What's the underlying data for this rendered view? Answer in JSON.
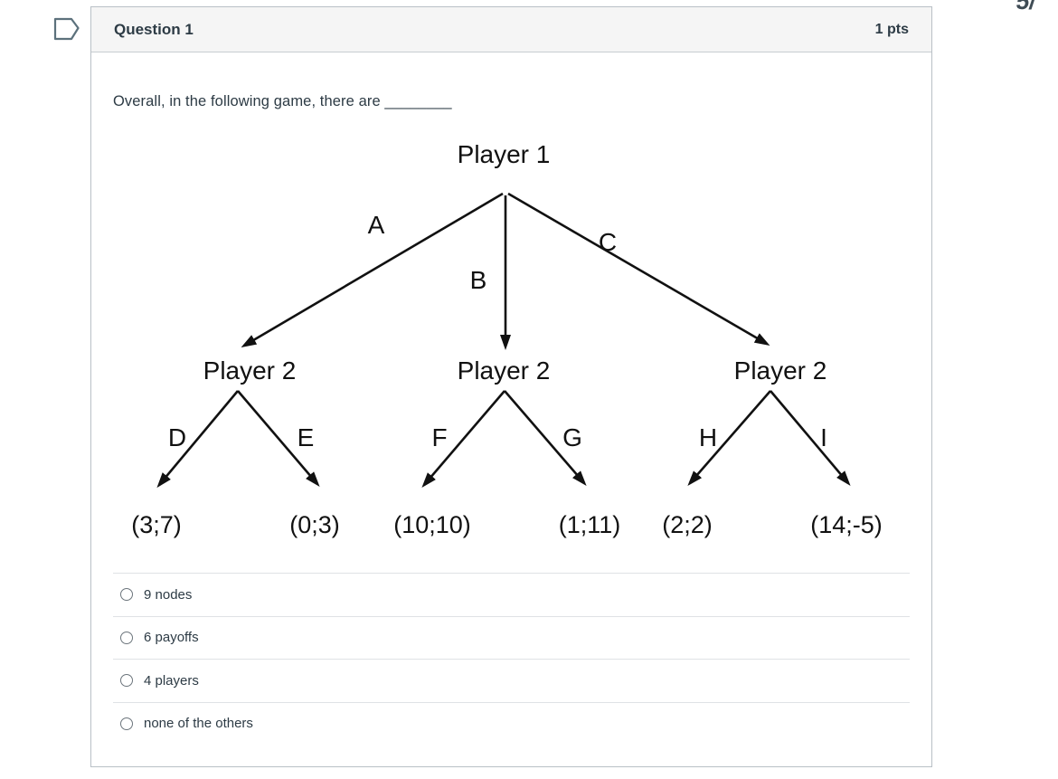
{
  "page_fragment": {
    "text": "5/"
  },
  "question": {
    "title": "Question 1",
    "points": "1 pts",
    "prompt": "Overall, in the following game, there are ________",
    "options": [
      "9 nodes",
      "6 payoffs",
      "4 players",
      "none of the others"
    ]
  },
  "tree": {
    "root_label": "Player 1",
    "level1_actions": [
      "A",
      "B",
      "C"
    ],
    "level2_labels": [
      "Player 2",
      "Player 2",
      "Player 2"
    ],
    "level2_actions": [
      "D",
      "E",
      "F",
      "G",
      "H",
      "I"
    ],
    "payoffs": [
      "(3;7)",
      "(0;3)",
      "(10;10)",
      "(1;11)",
      "(2;2)",
      "(14;-5)"
    ]
  }
}
